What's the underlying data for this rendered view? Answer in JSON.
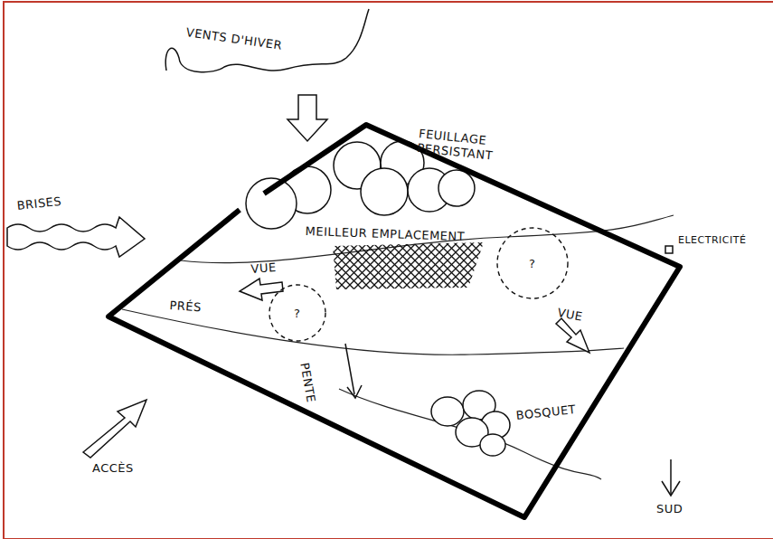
{
  "diagram": {
    "nodes": [
      {
        "text": [
          "VENTS D'HIVER"
        ]
      },
      {
        "text": [
          "?"
        ]
      },
      {
        "text": [
          "?"
        ]
      }
    ],
    "labels": [
      "FEUILLAGE PERSISTANT",
      "BRISES",
      "MEILLEUR EMPLACEMENT",
      "ELECTRICITÉ",
      "VUE",
      "PRÉS",
      "VUE",
      "PENTE",
      "BOSQUET",
      "ACCÈS",
      "SUD"
    ]
  }
}
